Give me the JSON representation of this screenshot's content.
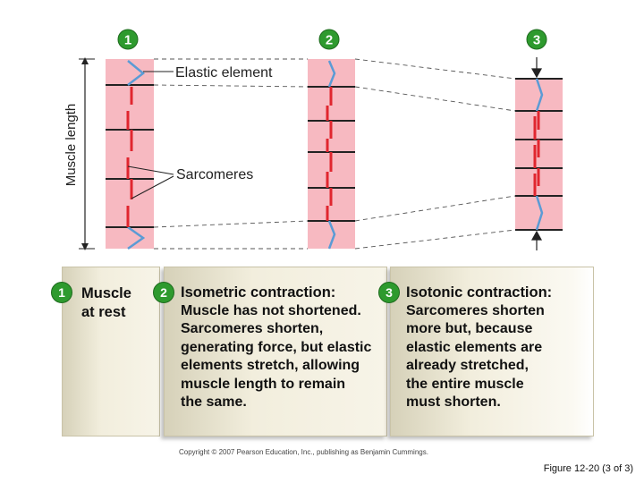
{
  "colors": {
    "muscle_fill": "#f7b9c1",
    "sarcomere_red": "#e0262f",
    "elastic_blue": "#5b9bd5",
    "badge_green": "#2e9a2e",
    "panel_bg": "#f2eedd"
  },
  "badges": [
    "1",
    "2",
    "3"
  ],
  "diagram": {
    "y_axis_label": "Muscle length",
    "elastic_label": "Elastic element",
    "sarcomeres_label": "Sarcomeres"
  },
  "panels": [
    {
      "number": "1",
      "title_lines": [
        "Muscle",
        "at rest"
      ],
      "body_lines": []
    },
    {
      "number": "2",
      "title_lines": [
        "Isometric contraction:"
      ],
      "body_lines": [
        "Muscle has not shortened.",
        "Sarcomeres shorten,",
        "generating force, but elastic",
        "elements stretch, allowing",
        "muscle length to remain",
        "the same."
      ]
    },
    {
      "number": "3",
      "title_lines": [
        "Isotonic contraction:"
      ],
      "body_lines": [
        "Sarcomeres shorten",
        "more but, because",
        "elastic elements are",
        "already stretched,",
        "the entire muscle",
        "must shorten."
      ]
    }
  ],
  "footer": {
    "copyright": "Copyright © 2007 Pearson Education, Inc., publishing as Benjamin Cummings.",
    "caption": "Figure 12-20 (3 of 3)"
  }
}
